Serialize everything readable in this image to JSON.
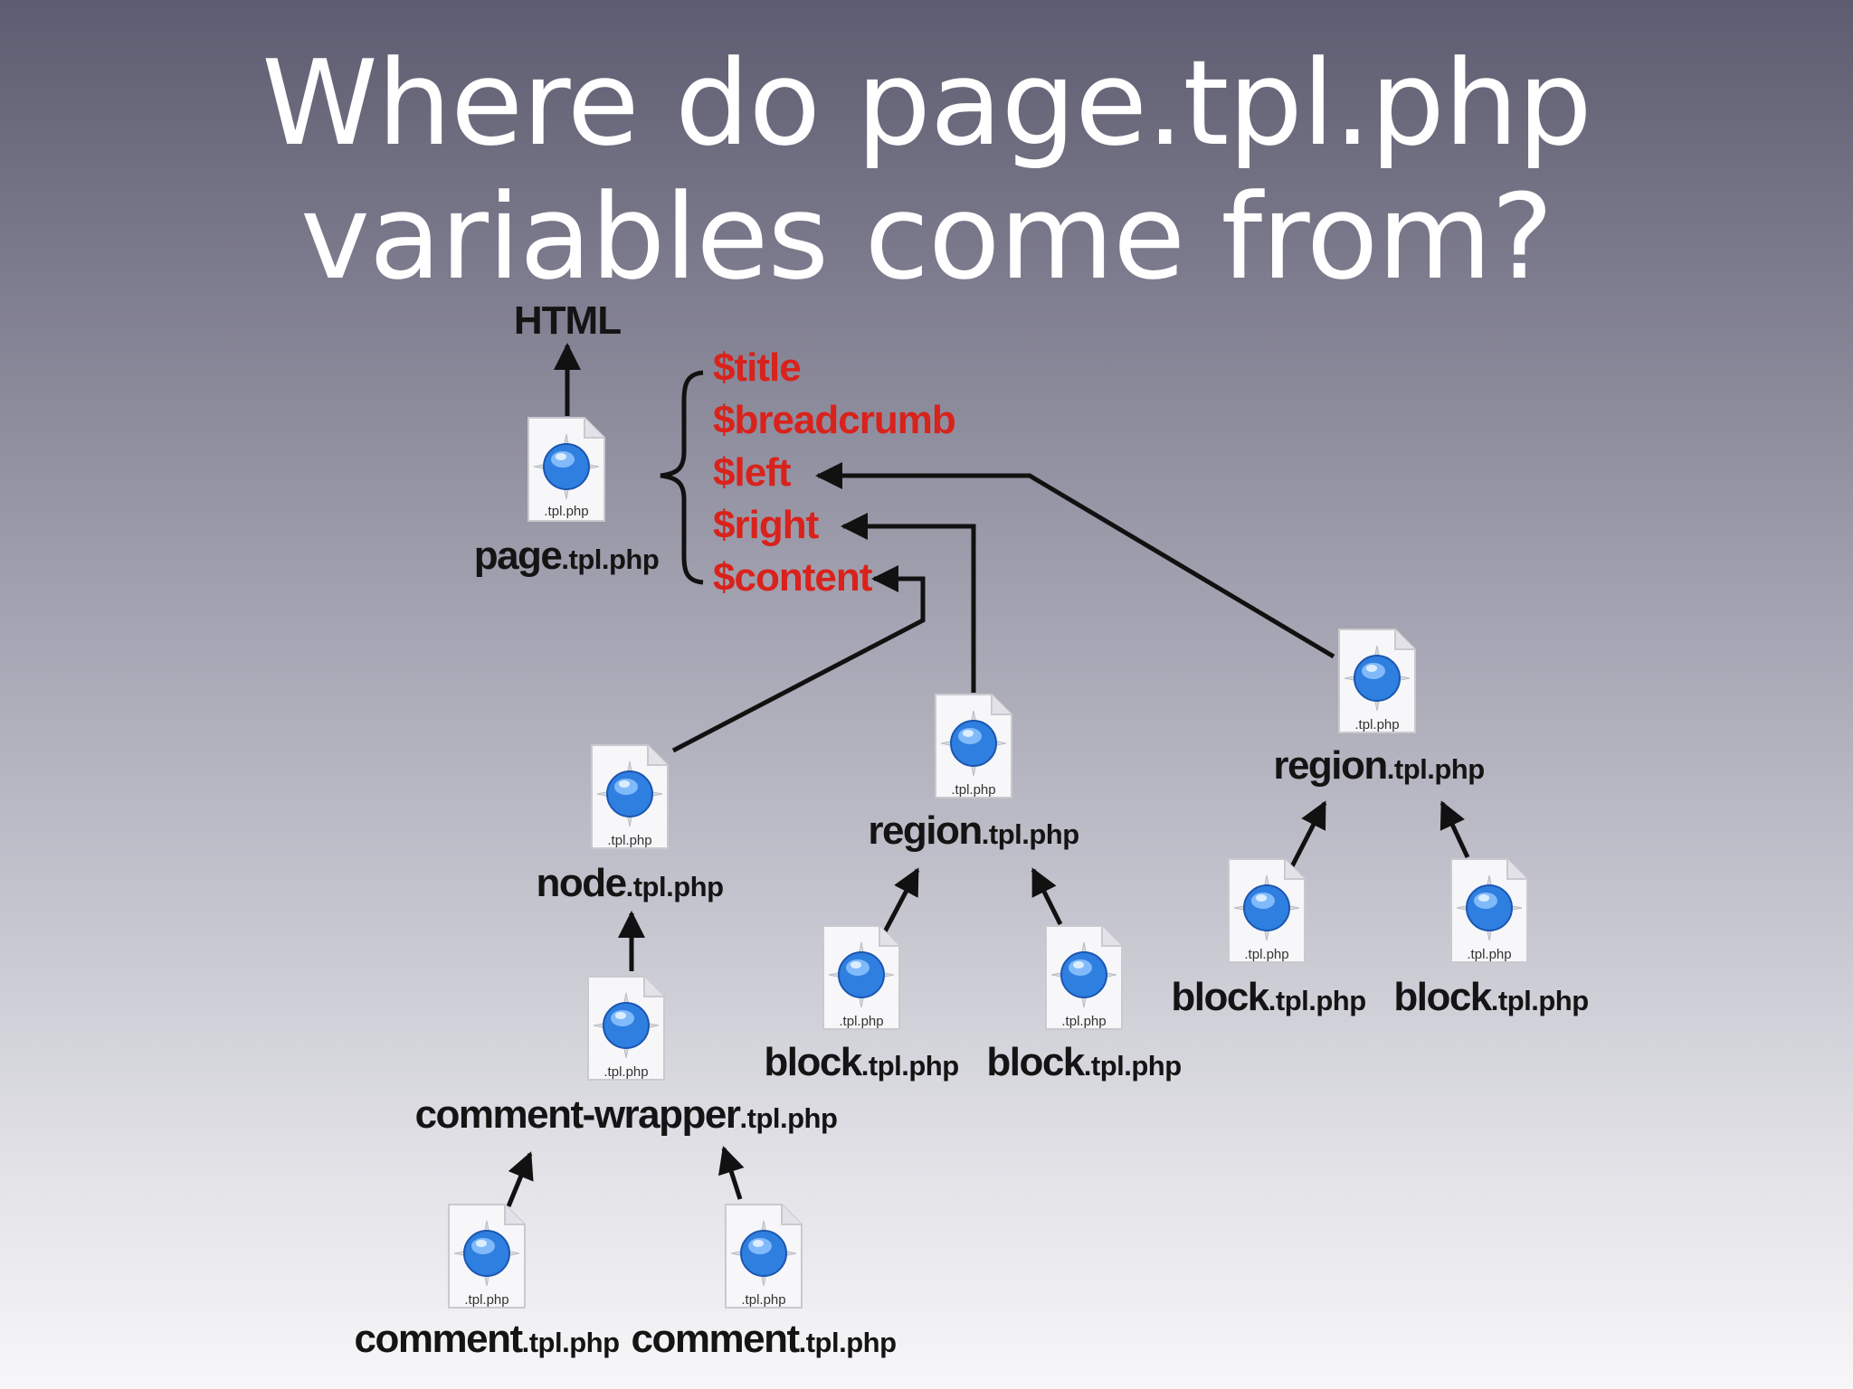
{
  "title": {
    "line1": "Where do page.tpl.php",
    "line2": "variables come from?"
  },
  "output_label": "HTML",
  "variables": [
    "$title",
    "$breadcrumb",
    "$left",
    "$right",
    "$content"
  ],
  "icon_caption": ".tpl.php",
  "nodes": {
    "page": {
      "name": "page",
      "ext": ".tpl.php"
    },
    "node": {
      "name": "node",
      "ext": ".tpl.php"
    },
    "region_center": {
      "name": "region",
      "ext": ".tpl.php"
    },
    "region_right": {
      "name": "region",
      "ext": ".tpl.php"
    },
    "comment_wrapper": {
      "name": "comment-wrapper",
      "ext": ".tpl.php"
    },
    "block_1": {
      "name": "block",
      "ext": ".tpl.php"
    },
    "block_2": {
      "name": "block",
      "ext": ".tpl.php"
    },
    "block_3": {
      "name": "block",
      "ext": ".tpl.php"
    },
    "block_4": {
      "name": "block",
      "ext": ".tpl.php"
    },
    "comment_1": {
      "name": "comment",
      "ext": ".tpl.php"
    },
    "comment_2": {
      "name": "comment",
      "ext": ".tpl.php"
    }
  }
}
